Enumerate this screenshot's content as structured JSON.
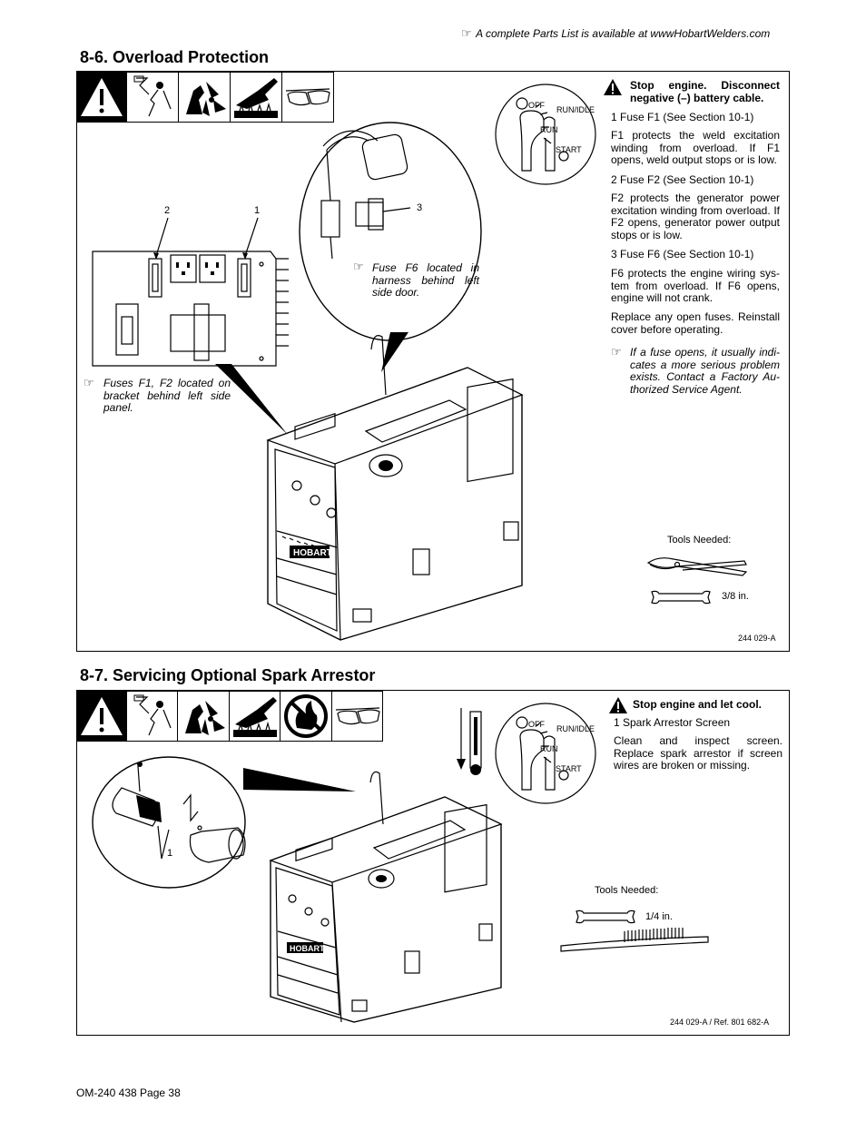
{
  "header": {
    "note": "A complete Parts List is available at wwwHobartWelders.com"
  },
  "section1": {
    "title": "8-6.   Overload Protection",
    "warning": "Stop engine. Disconnect negative (–) battery cable.",
    "items": [
      {
        "label": "1     Fuse F1 (See Section 10-1)",
        "desc": "F1 protects the weld excitation winding from overload. If F1 opens, weld output stops or is low."
      },
      {
        "label": "2     Fuse F2 (See Section 10-1)",
        "desc": "F2 protects the generator power excitation winding from overload. If F2 opens, generator power output stops or is low."
      },
      {
        "label": "3     Fuse F6 (See Section 10-1)",
        "desc": "F6 protects the engine wiring sys-tem from overload. If F6 opens, engine will not crank."
      }
    ],
    "replace_note": "Replace any open fuses. Reinstall cover before operating.",
    "service_note": "If a fuse opens, it usually indi-cates a more serious problem exists. Contact a Factory Au-thorized Service Agent.",
    "fuse_f6_note": "Fuse F6 located in harness behind left side door.",
    "fuse_f1f2_note": "Fuses F1, F2 located on bracket behind left side panel.",
    "callouts": {
      "c1": "1",
      "c2": "2",
      "c3": "3"
    },
    "tools_label": "Tools Needed:",
    "tool_size": "3/8 in.",
    "figure_ref": "244 029-A",
    "switch_labels": {
      "off": "OFF",
      "run_idle": "RUN/IDLE",
      "run": "RUN",
      "start": "START"
    }
  },
  "section2": {
    "title": "8-7.   Servicing Optional Spark Arrestor",
    "warning": "Stop engine and let cool.",
    "item_label": "1     Spark Arrestor Screen",
    "item_desc": "Clean and inspect screen. Replace spark arrestor if screen wires are broken or missing.",
    "callouts": {
      "c1": "1"
    },
    "tools_label": "Tools Needed:",
    "tool_size": "1/4 in.",
    "figure_ref": "244 029-A / Ref. 801 682-A",
    "switch_labels": {
      "off": "OFF",
      "run_idle": "RUN/IDLE",
      "run": "RUN",
      "start": "START"
    }
  },
  "footer": {
    "page": "OM-240 438 Page 38"
  },
  "brand": "HOBART",
  "icons": [
    "hand-pointer-icon",
    "warning-triangle-icon",
    "electric-shock-icon",
    "moving-parts-icon",
    "hot-surface-icon",
    "safety-glasses-icon",
    "no-fire-icon",
    "thermometer-icon",
    "wrench-icon",
    "pliers-icon",
    "wire-brush-icon"
  ]
}
